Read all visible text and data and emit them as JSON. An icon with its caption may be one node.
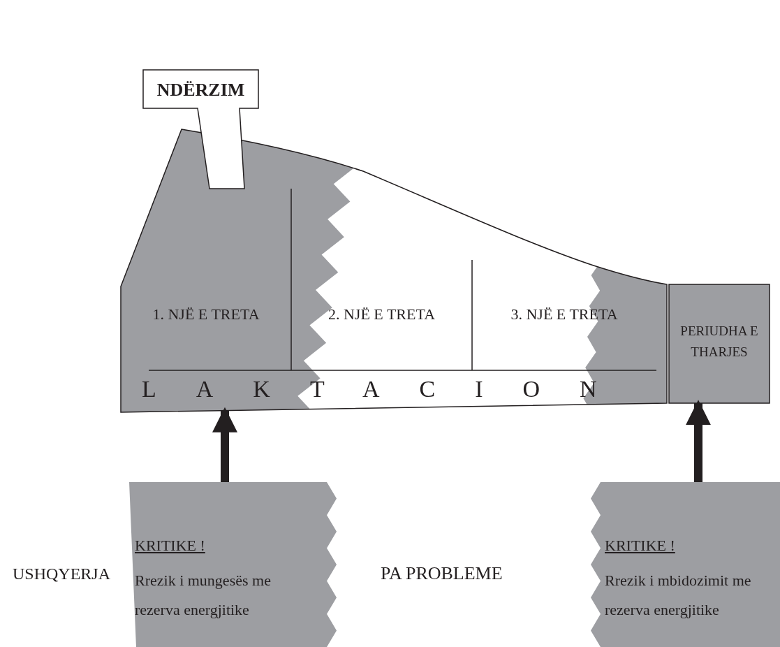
{
  "diagram": {
    "nodes": [
      {
        "text": [
          "NDËRZIM"
        ]
      },
      {
        "text": [
          "LAKTACION"
        ]
      },
      {
        "text": [
          "1. NJË E TRETA"
        ],
        "in": 1
      },
      {
        "text": [
          "2. NJË E TRETA"
        ],
        "in": 1
      },
      {
        "text": [
          "3. NJË E TRETA"
        ],
        "in": 1
      },
      {
        "text": [
          "PERIUDHA E THARJES"
        ]
      },
      {
        "text": [
          "KRITIKE !",
          "Rrezik i mungesës me rezerva energjitike"
        ]
      },
      {
        "text": [
          "KRITIKE !",
          "Rrezik i mbidozimit me rezerva energjitike"
        ]
      }
    ],
    "edges": [
      {
        "from": 6,
        "to": 1,
        "arrow": "to"
      },
      {
        "from": 7,
        "to": 5,
        "arrow": "to"
      }
    ],
    "labels": [
      "USHQYERJA",
      "PA PROBLEME"
    ]
  }
}
